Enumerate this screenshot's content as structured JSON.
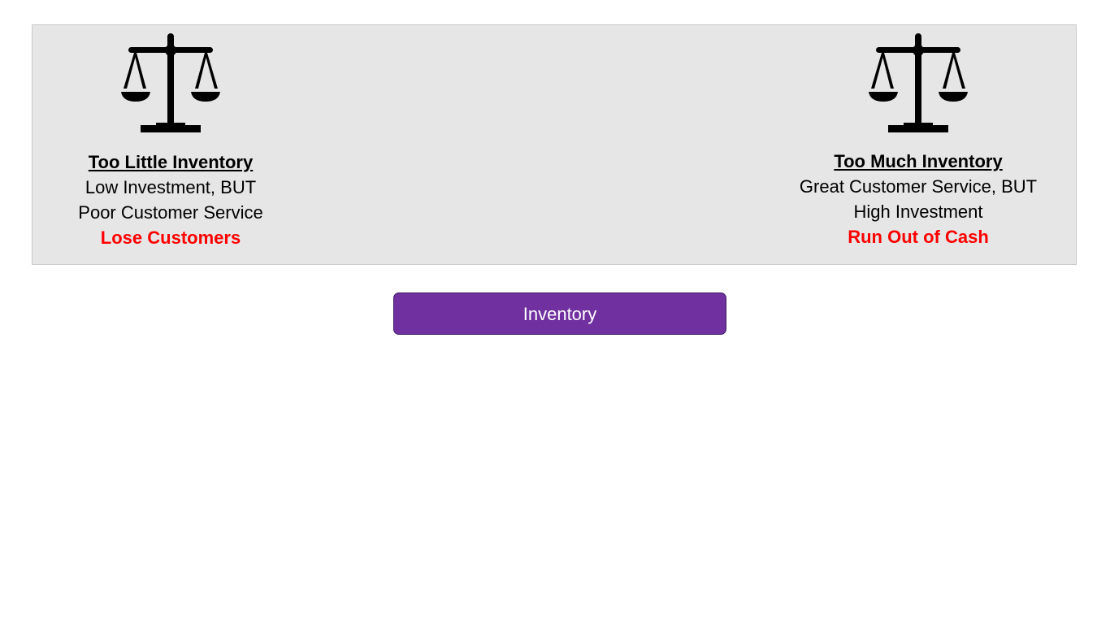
{
  "colors": {
    "panel_background": "#e6e6e6",
    "result_text": "#ff0000",
    "inventory_box_fill": "#7030a0",
    "icon": "#000000"
  },
  "left": {
    "icon": "balance-scale-icon",
    "heading": "Too Little Inventory",
    "line1": "Low Investment, BUT",
    "line2": "Poor Customer Service",
    "result": "Lose Customers"
  },
  "right": {
    "icon": "balance-scale-icon",
    "heading": "Too Much Inventory",
    "line1": "Great Customer Service, BUT",
    "line2": "High Investment",
    "result": "Run Out of Cash"
  },
  "center": {
    "label": "Inventory"
  }
}
